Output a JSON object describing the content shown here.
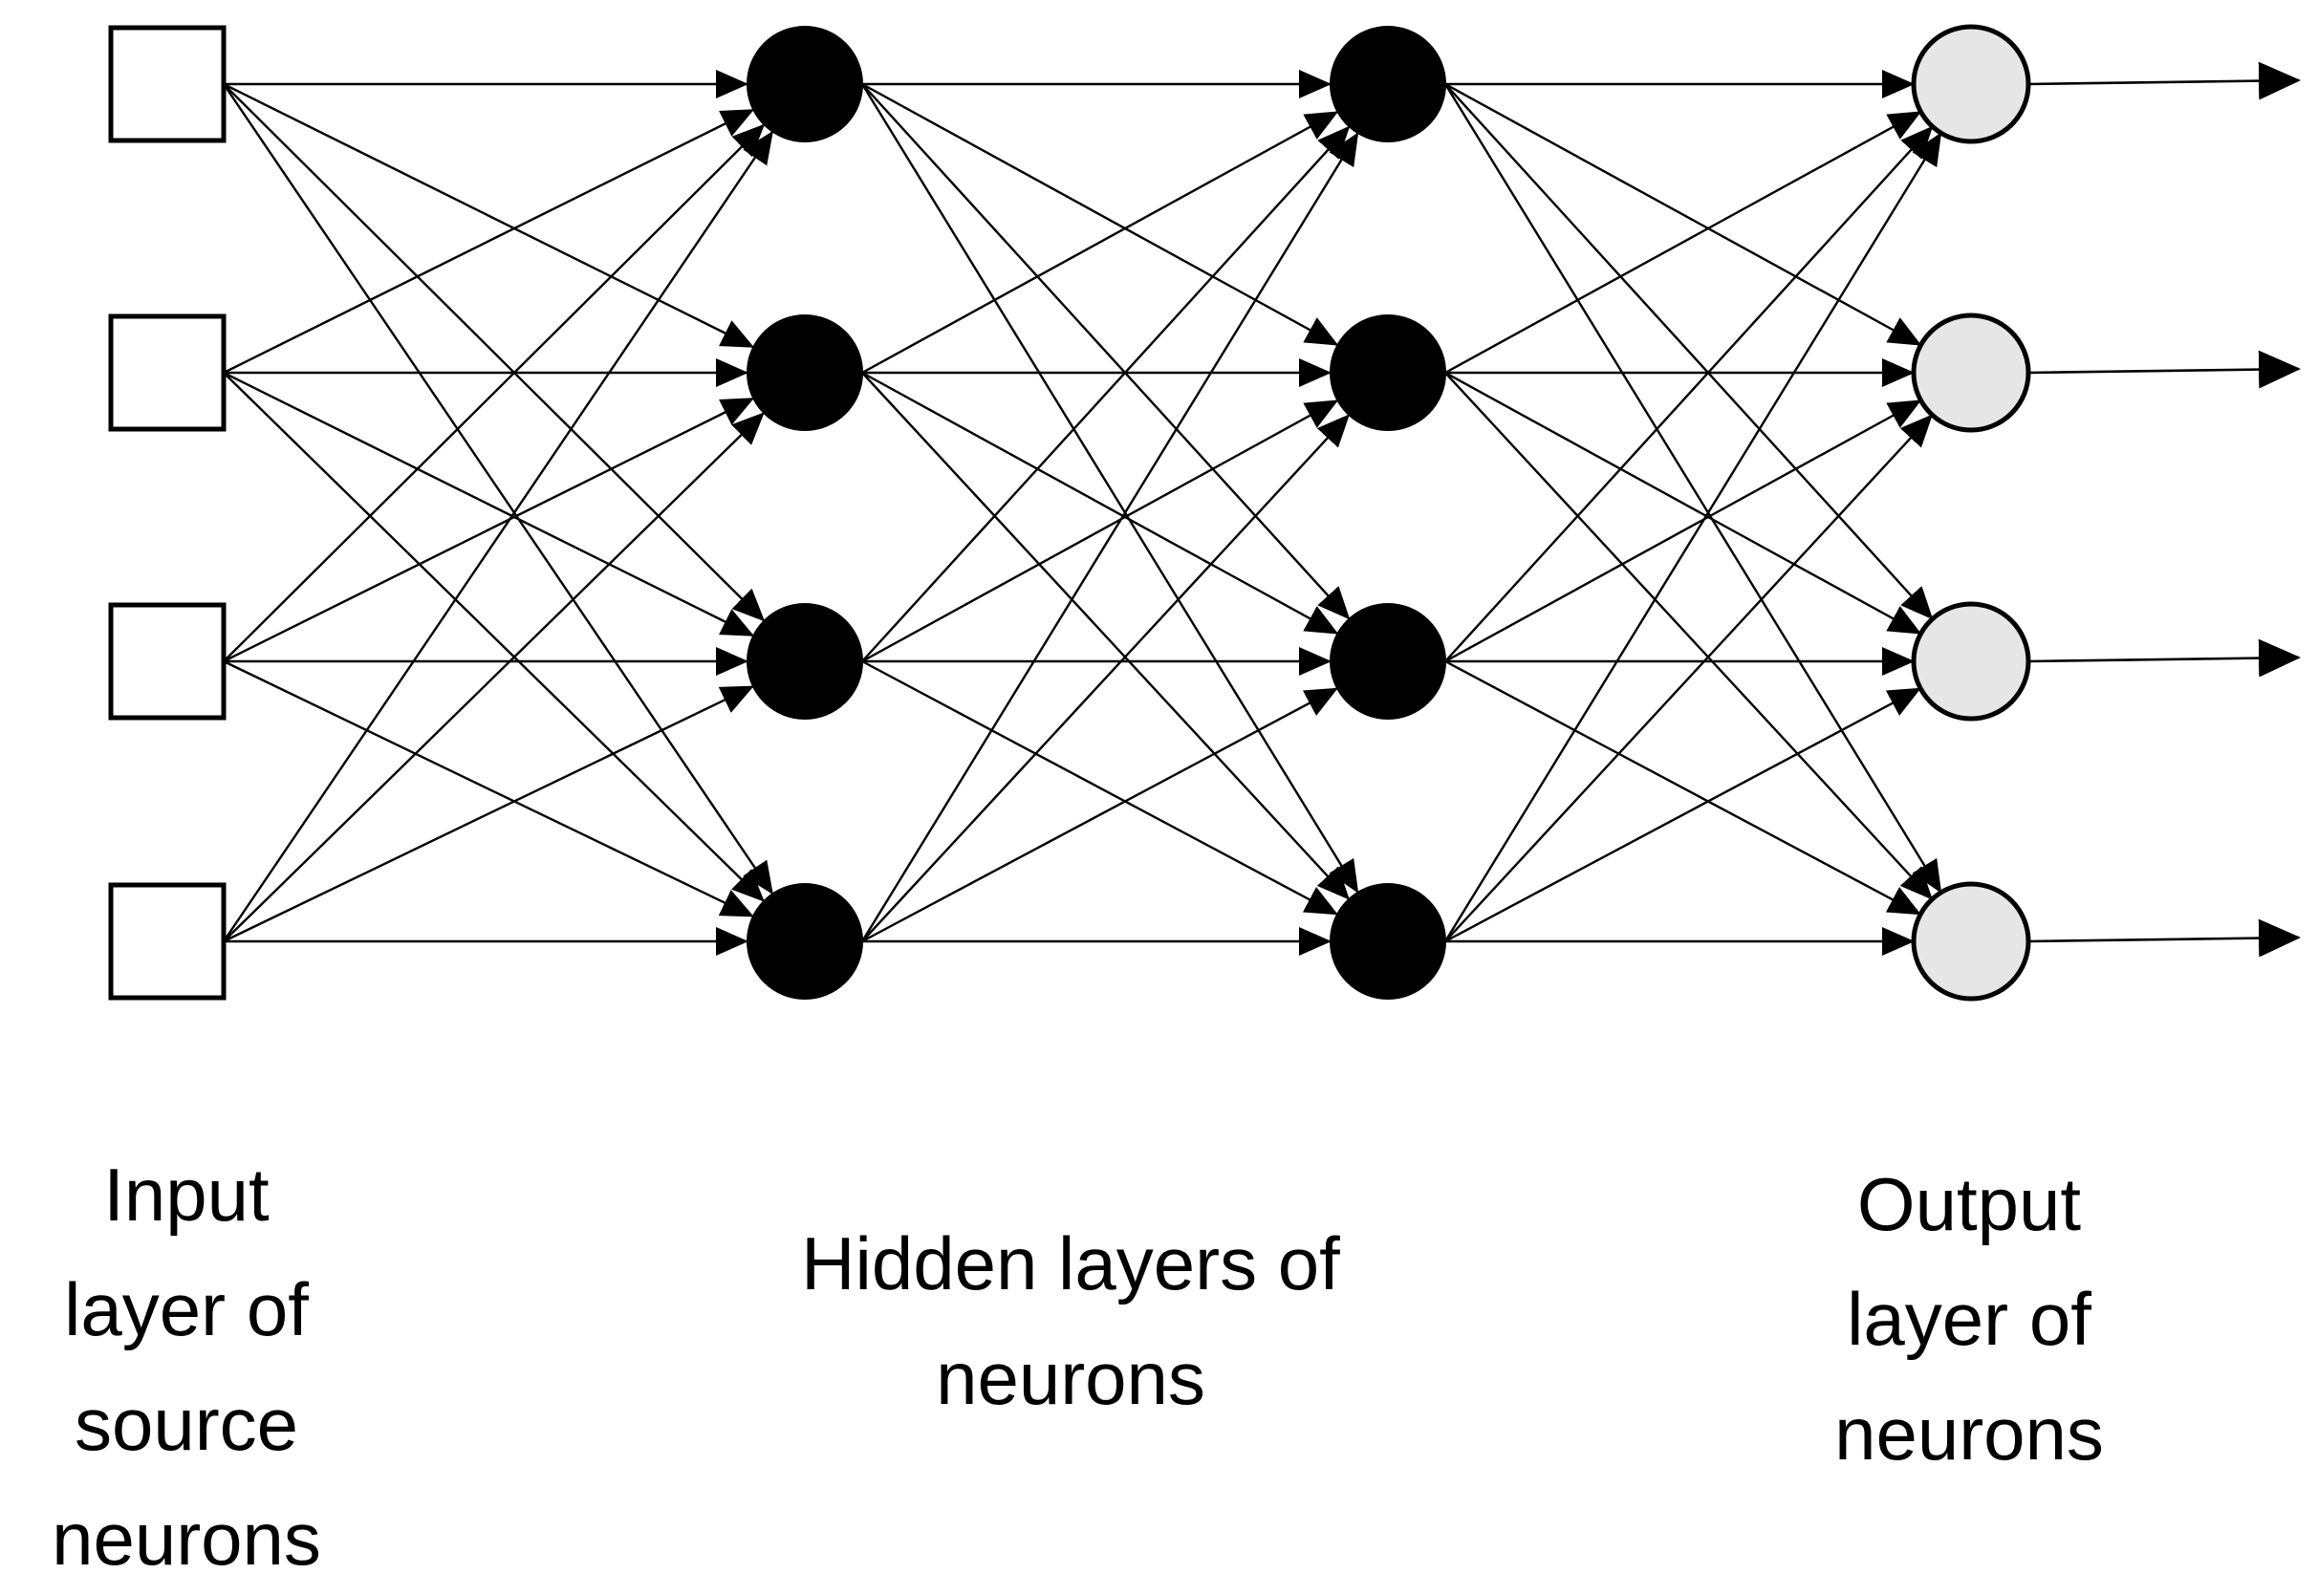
{
  "diagram": {
    "type": "feedforward-neural-network",
    "layers": [
      {
        "id": "input",
        "kind": "input",
        "shape": "square",
        "nodes": 4,
        "fill": "#ffffff"
      },
      {
        "id": "hidden1",
        "kind": "hidden",
        "shape": "circle",
        "nodes": 4,
        "fill": "#000000"
      },
      {
        "id": "hidden2",
        "kind": "hidden",
        "shape": "circle",
        "nodes": 4,
        "fill": "#000000"
      },
      {
        "id": "output",
        "kind": "output",
        "shape": "circle",
        "nodes": 4,
        "fill": "#e6e6e6"
      }
    ],
    "connectivity": "fully-connected",
    "output_arrows": true
  },
  "captions": {
    "input": [
      "Input",
      "layer of",
      "source",
      "neurons"
    ],
    "hidden": [
      "Hidden layers of",
      "neurons"
    ],
    "output": [
      "Output",
      "layer of",
      "neurons"
    ]
  },
  "colors": {
    "stroke": "#000000",
    "background": "#ffffff"
  }
}
